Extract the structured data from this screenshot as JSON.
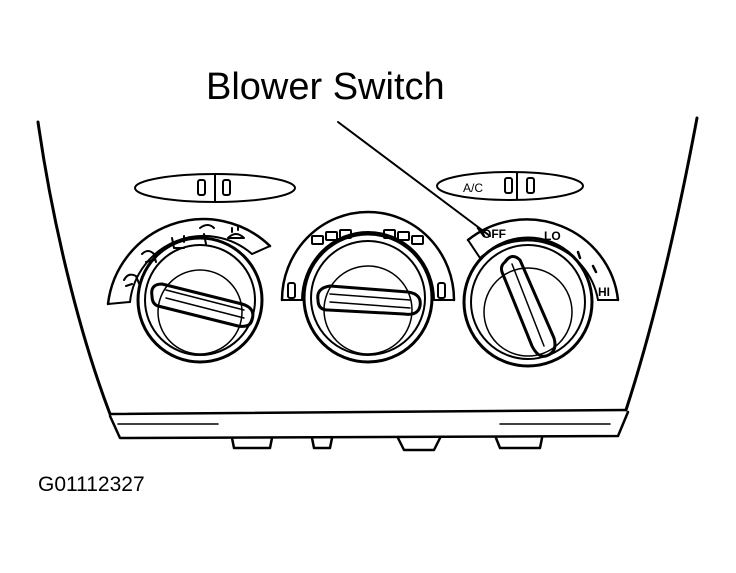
{
  "callout": {
    "label": "Blower Switch"
  },
  "figure": {
    "id": "G01112327"
  },
  "panel": {
    "ac_indicator": {
      "label": "A/C"
    },
    "blower_knob": {
      "off_label": "OFF",
      "lo_label": "LO",
      "hi_label": "HI"
    }
  },
  "colors": {
    "line": "#000000",
    "background": "#ffffff"
  },
  "icons": {
    "mode_dial": [
      "vent-face-icon",
      "bi-level-icon",
      "foot-icon",
      "foot-defrost-icon",
      "defrost-icon"
    ],
    "temp_dial": [
      "cold-marks-icon",
      "hot-marks-icon"
    ],
    "blower_dial": [
      "speed-2-dot-icon",
      "speed-3-dot-icon"
    ]
  }
}
